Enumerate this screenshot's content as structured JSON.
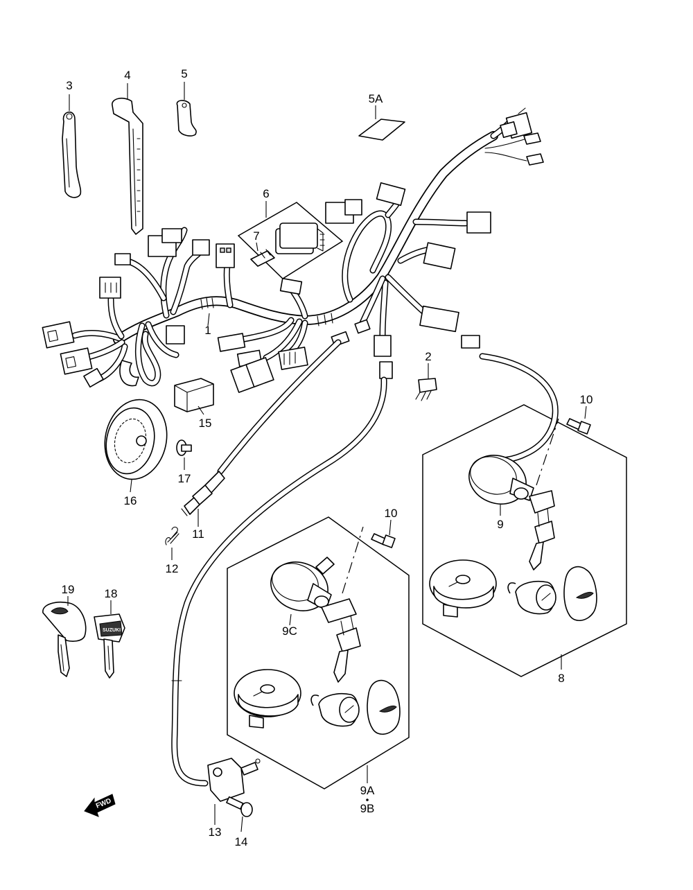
{
  "diagram": {
    "labels": {
      "p1": "1",
      "p2": "2",
      "p3": "3",
      "p4": "4",
      "p5": "5",
      "p5a": "5A",
      "p6": "6",
      "p7": "7",
      "p8": "8",
      "p9": "9",
      "p9a": "9A",
      "p9b": "9B",
      "p9c": "9C",
      "p10a": "10",
      "p10b": "10",
      "p11": "11",
      "p12": "12",
      "p13": "13",
      "p14": "14",
      "p15": "15",
      "p16": "16",
      "p17": "17",
      "p18": "18",
      "p19": "19"
    },
    "fwd_label": "FWD",
    "key_tag_text": "SUZUKI"
  }
}
